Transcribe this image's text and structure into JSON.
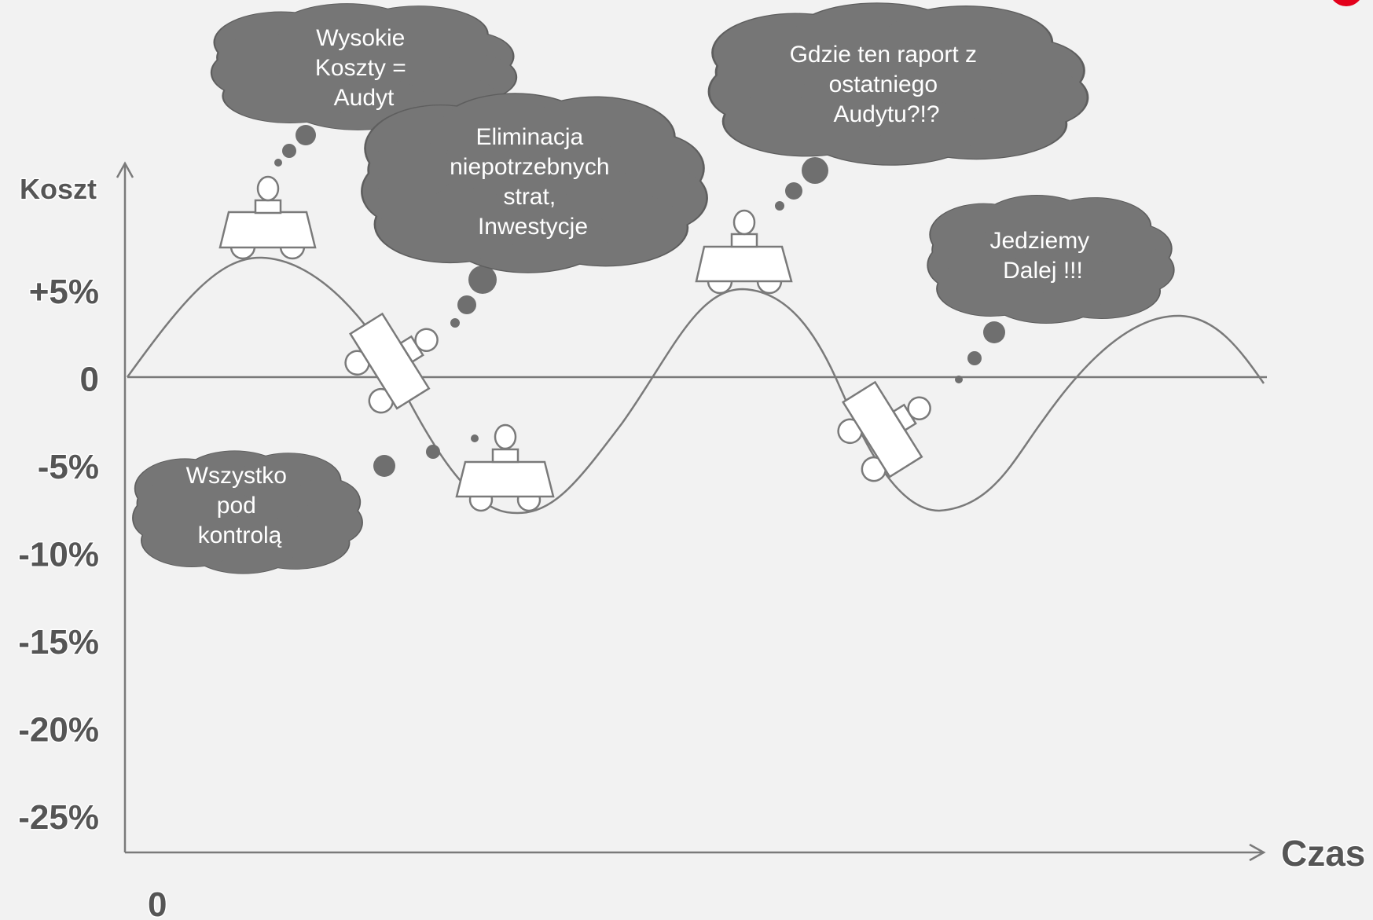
{
  "diagram": {
    "y_axis_label": "Koszt",
    "x_axis_label": "Czas",
    "origin_label": "0",
    "y_ticks": [
      "+5%",
      "0",
      "-5%",
      "-10%",
      "-15%",
      "-20%",
      "-25%"
    ],
    "bubbles": [
      {
        "id": "wysokie-koszty",
        "lines": [
          "Wysokie",
          "Koszty =",
          "Audyt"
        ]
      },
      {
        "id": "eliminacja",
        "lines": [
          "Eliminacja",
          "niepotrzebnych",
          "strat,",
          "Inwestycje"
        ]
      },
      {
        "id": "gdzie-raport",
        "lines": [
          "Gdzie ten raport z",
          "ostatniego",
          "Audytu?!?"
        ]
      },
      {
        "id": "jedziemy-dalej",
        "lines": [
          "Jedziemy",
          "Dalej !!!"
        ]
      },
      {
        "id": "wszystko-pod-kontrola",
        "lines": [
          "Wszystko",
          "pod",
          "kontrolą"
        ]
      }
    ]
  },
  "colors": {
    "background": "#f2f2f2",
    "cloud_fill": "#767676",
    "line": "#7a7a7a",
    "label": "#555555",
    "accent": "#e3001b"
  }
}
